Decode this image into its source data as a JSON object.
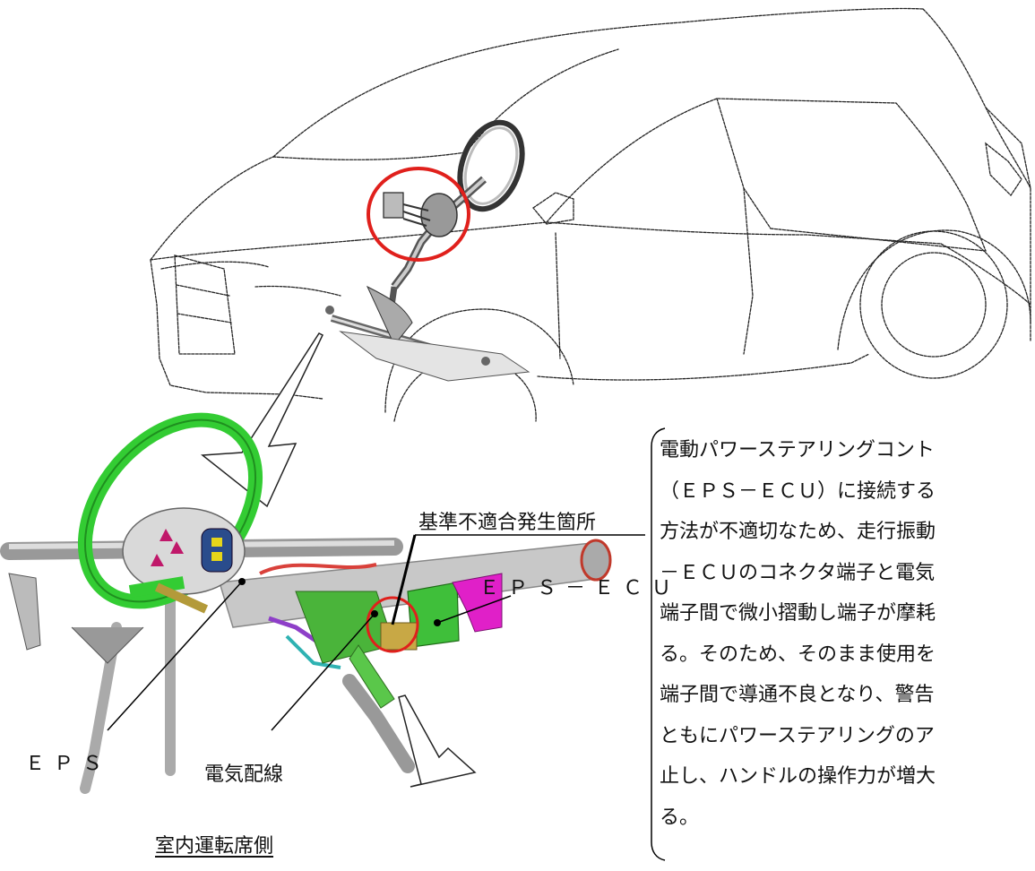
{
  "labels": {
    "defect_location": "基準不適合発生箇所",
    "eps_ecu": "ＥＰＳ－ＥＣＵ",
    "eps": "ＥＰＳ",
    "wiring": "電気配線",
    "cabin_side": "室内運転席側"
  },
  "description_lines": [
    "電動パワーステアリングコント",
    "（ＥＰＳ－ＥＣＵ）に接続する",
    "方法が不適切なため、走行振動",
    "－ＥＣＵのコネクタ端子と電気",
    "端子間で微小摺動し端子が摩耗",
    "る。そのため、そのまま使用を",
    "端子間で導通不良となり、警告",
    "ともにパワーステアリングのア",
    "止し、ハンドルの操作力が増大",
    "る。"
  ],
  "colors": {
    "highlight_circle": "#e0201c",
    "steering_wheel": "#33cc33",
    "ecu_bracket": "#e020c8",
    "column_tube": "#c8c8c8"
  }
}
